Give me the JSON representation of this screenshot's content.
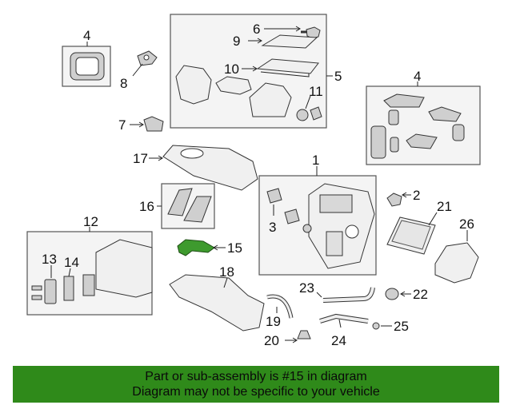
{
  "callouts": {
    "c1": "1",
    "c2": "2",
    "c3": "3",
    "c4a": "4",
    "c4b": "4",
    "c5": "5",
    "c6": "6",
    "c7": "7",
    "c8": "8",
    "c9": "9",
    "c10": "10",
    "c11": "11",
    "c12": "12",
    "c13": "13",
    "c14": "14",
    "c15": "15",
    "c16": "16",
    "c17": "17",
    "c18": "18",
    "c19": "19",
    "c20": "20",
    "c21": "21",
    "c22": "22",
    "c23": "23",
    "c24": "24",
    "c25": "25",
    "c26": "26"
  },
  "highlighted_part": "15",
  "highlight_color": "#3e9a2e",
  "banner": {
    "line1": "Part or sub-assembly is #15 in diagram",
    "line2": "Diagram may not be specific to your vehicle",
    "background": "#2f8a1a"
  }
}
